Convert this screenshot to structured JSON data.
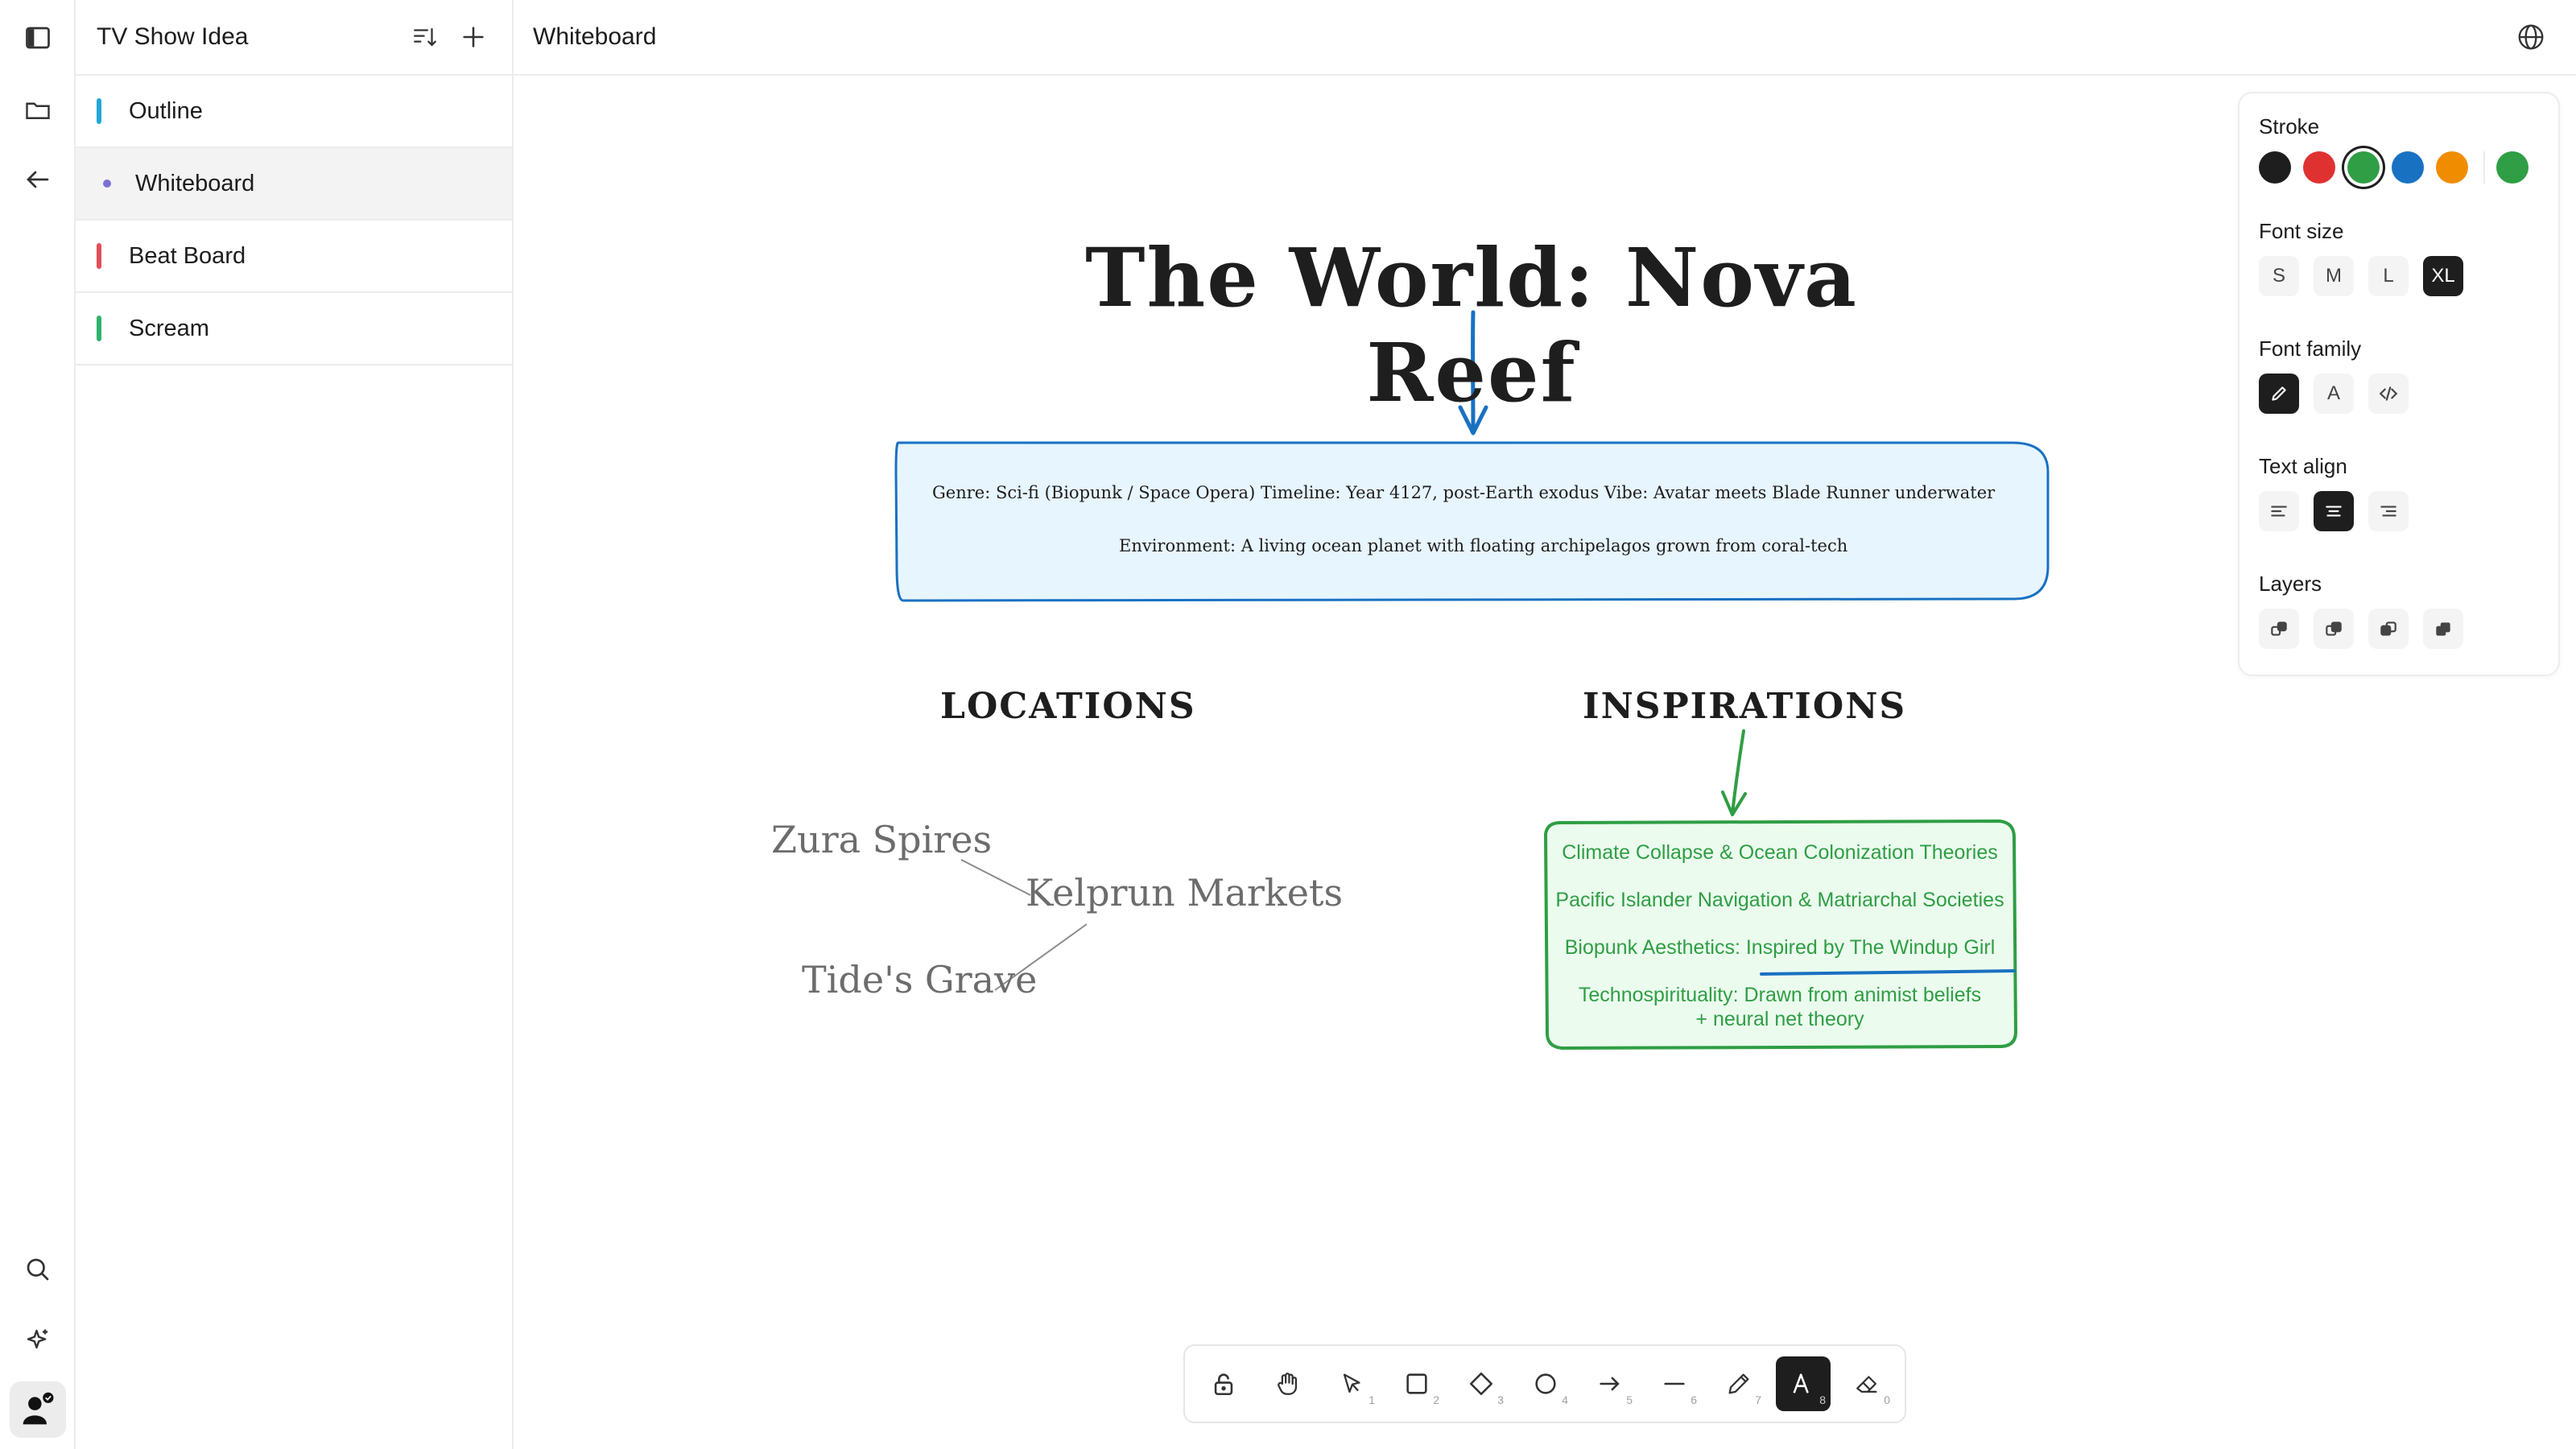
{
  "app": {
    "project_title": "TV Show Idea",
    "page_title": "Whiteboard"
  },
  "sidebar": {
    "items": [
      {
        "label": "Outline",
        "color": "#22a7d8",
        "marker": "bar"
      },
      {
        "label": "Whiteboard",
        "color": "#7b6fd6",
        "marker": "dot",
        "active": true
      },
      {
        "label": "Beat Board",
        "color": "#e0505a",
        "marker": "bar"
      },
      {
        "label": "Scream",
        "color": "#2fb36b",
        "marker": "bar"
      }
    ]
  },
  "rail": {
    "icons": [
      "sidebar-toggle-icon",
      "folder-icon",
      "back-arrow-icon",
      "search-icon",
      "sparkle-icon",
      "avatar"
    ]
  },
  "whiteboard": {
    "title": "The World: Nova Reef",
    "info_box": {
      "line1": "Genre: Sci-fi (Biopunk / Space Opera)    Timeline: Year 4127, post-Earth exodus    Vibe: Avatar meets Blade Runner underwater",
      "line2": "Environment: A living ocean planet with floating archipelagos grown from coral-tech"
    },
    "locations_heading": "LOCATIONS",
    "inspirations_heading": "INSPIRATIONS",
    "locations": [
      "Zura Spires",
      "Kelprun Markets",
      "Tide's Grave"
    ],
    "inspirations": [
      "Climate Collapse & Ocean Colonization Theories",
      "Pacific Islander Navigation & Matriarchal Societies",
      "Biopunk Aesthetics: Inspired by The Windup Girl",
      "Technospirituality: Drawn from animist beliefs + neural net theory"
    ],
    "colors": {
      "ink": "#1e1e1e",
      "blue_arrow": "#1971c2",
      "info_fill": "#e7f5ff",
      "green": "#2f9e44",
      "green_fill": "#ebfbee",
      "location_gray": "#6c6c6c"
    }
  },
  "style_panel": {
    "stroke_label": "Stroke",
    "stroke_colors": [
      "#1e1e1e",
      "#e03131",
      "#2f9e44",
      "#1971c2",
      "#f08c00"
    ],
    "selected_stroke": "#2f9e44",
    "current_color": "#2f9e44",
    "font_size_label": "Font size",
    "font_sizes": [
      "S",
      "M",
      "L",
      "XL"
    ],
    "selected_font_size": "XL",
    "font_family_label": "Font family",
    "font_families": [
      "hand-drawn-icon",
      "A",
      "code-icon"
    ],
    "selected_font_family": "hand-drawn",
    "text_align_label": "Text align",
    "text_aligns": [
      "align-left-icon",
      "align-center-icon",
      "align-right-icon"
    ],
    "selected_text_align": "center",
    "layers_label": "Layers",
    "layers": [
      "send-to-back-icon",
      "send-backward-icon",
      "bring-forward-icon",
      "bring-to-front-icon"
    ]
  },
  "toolbar": {
    "tools": [
      {
        "name": "lock",
        "num": ""
      },
      {
        "name": "hand",
        "num": ""
      },
      {
        "name": "select",
        "num": "1"
      },
      {
        "name": "rectangle",
        "num": "2"
      },
      {
        "name": "diamond",
        "num": "3"
      },
      {
        "name": "ellipse",
        "num": "4"
      },
      {
        "name": "arrow",
        "num": "5"
      },
      {
        "name": "line",
        "num": "6"
      },
      {
        "name": "pencil",
        "num": "7"
      },
      {
        "name": "text",
        "num": "8",
        "active": true
      },
      {
        "name": "eraser",
        "num": "0"
      }
    ]
  }
}
